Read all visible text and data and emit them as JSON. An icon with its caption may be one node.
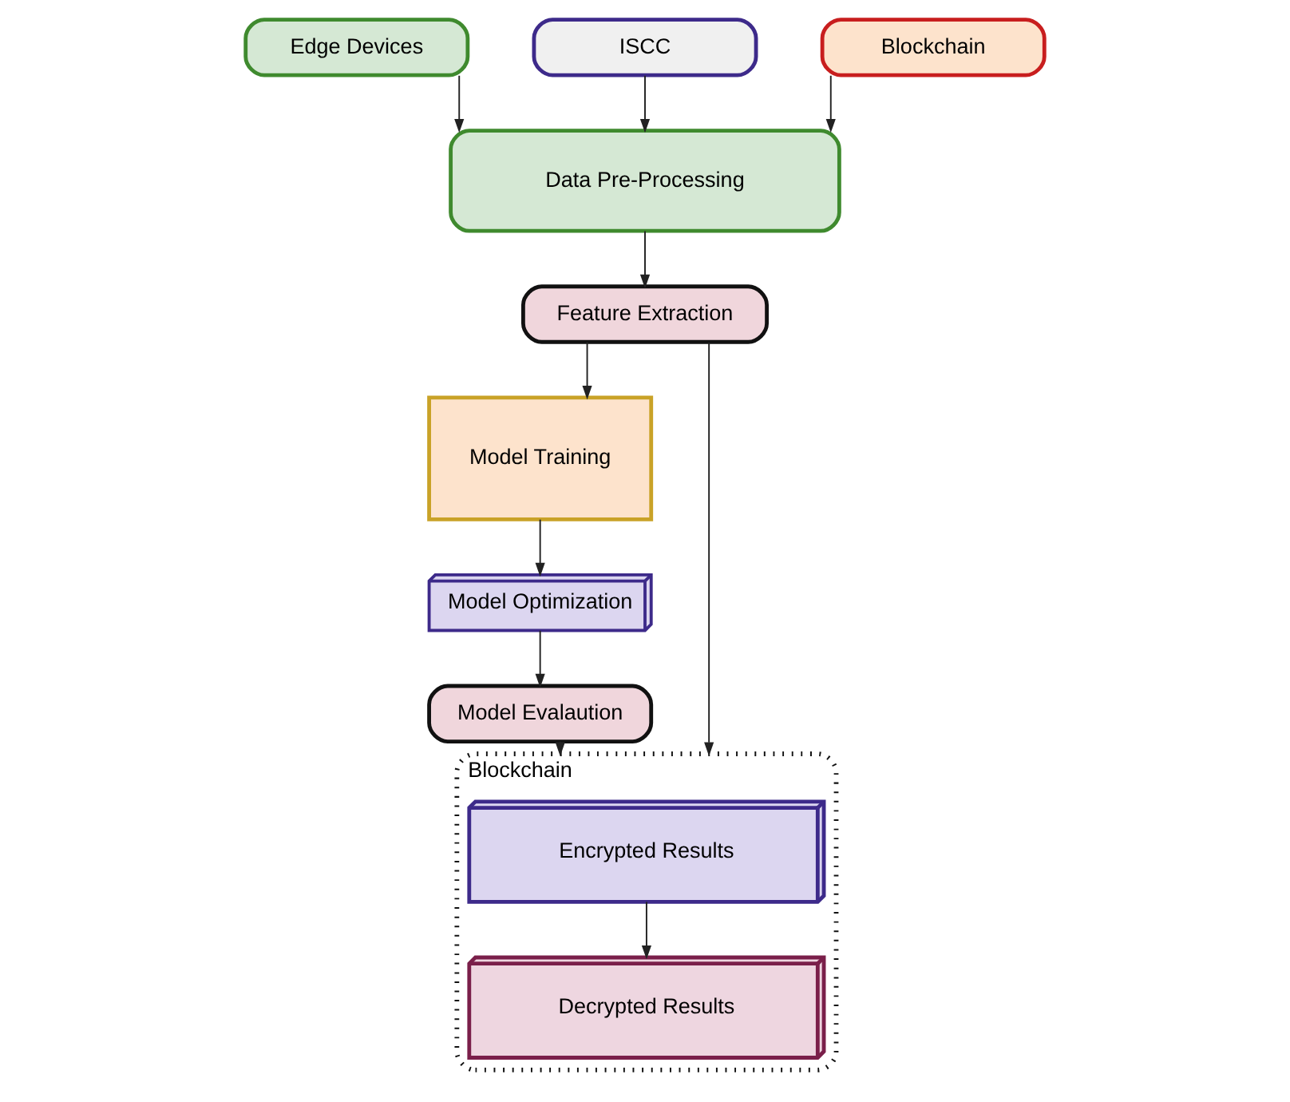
{
  "diagram": {
    "nodes": [
      {
        "text": [
          "Edge Devices"
        ]
      },
      {
        "text": [
          "ISCC"
        ]
      },
      {
        "text": [
          "Blockchain"
        ]
      },
      {
        "text": [
          "Data Pre-Processing"
        ]
      },
      {
        "text": [
          "Feature Extraction"
        ]
      },
      {
        "text": [
          "Model Training"
        ]
      },
      {
        "text": [
          "Model Optimization"
        ]
      },
      {
        "text": [
          "Model Evalaution"
        ]
      },
      {
        "text": [
          "Blockchain"
        ]
      },
      {
        "text": [
          "Encrypted Results"
        ],
        "in": 8
      },
      {
        "text": [
          "Decrypted Results"
        ],
        "in": 8
      }
    ],
    "edges": [
      {
        "from": 0,
        "to": 3,
        "arrow": "to"
      },
      {
        "from": 1,
        "to": 3,
        "arrow": "to"
      },
      {
        "from": 2,
        "to": 3,
        "arrow": "to"
      },
      {
        "from": 3,
        "to": 4,
        "arrow": "to"
      },
      {
        "from": 4,
        "to": 5,
        "arrow": "to"
      },
      {
        "from": 4,
        "to": 8,
        "arrow": "to"
      },
      {
        "from": 5,
        "to": 6,
        "arrow": "to"
      },
      {
        "from": 6,
        "to": 7,
        "arrow": "to"
      },
      {
        "from": 7,
        "to": 8,
        "arrow": "to"
      },
      {
        "from": 9,
        "to": 10,
        "arrow": "to"
      }
    ]
  }
}
